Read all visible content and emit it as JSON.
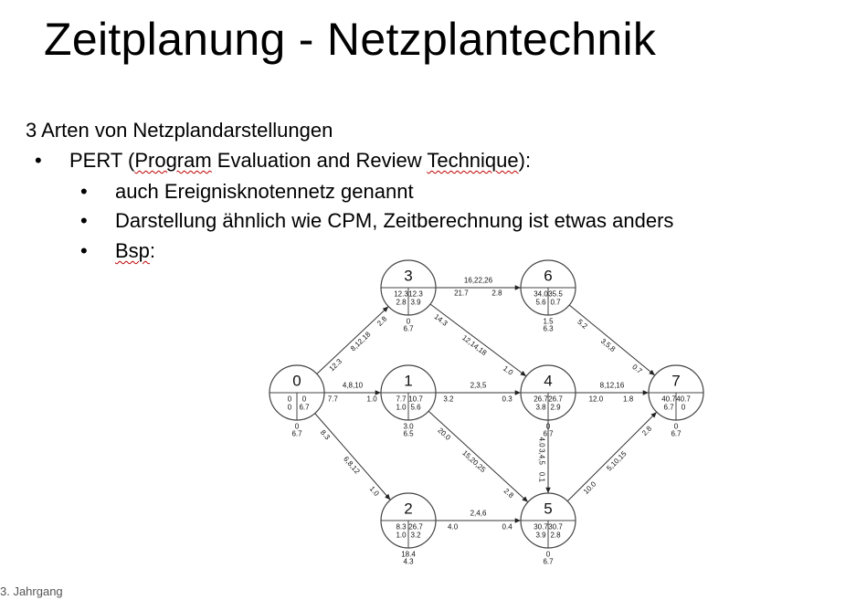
{
  "slide": {
    "title": "Zeitplanung - Netzplantechnik",
    "intro": "3 Arten von Netzplandarstellungen",
    "bullet_pert_prefix": "PERT (",
    "bullet_pert_w1": "Program",
    "bullet_pert_mid": " Evaluation and Review ",
    "bullet_pert_w2": "Technique",
    "bullet_pert_suffix": "):",
    "sub1": "auch Ereignisknotennetz genannt",
    "sub2": "Darstellung ähnlich wie CPM, Zeitberechnung ist etwas anders",
    "sub3_word": "Bsp",
    "sub3_suffix": ":",
    "bullet_char": "•",
    "footer": "3. Jahrgang"
  },
  "diagram": {
    "nodes": [
      {
        "id": "0",
        "tl": "0",
        "tr": "0",
        "bl": "0",
        "br": "6.7",
        "below1": "0",
        "below2": "6.7"
      },
      {
        "id": "1",
        "tl": "7.7",
        "tr": "10.7",
        "bl": "1.0",
        "br": "5.6",
        "below1": "3.0",
        "below2": "6.5"
      },
      {
        "id": "2",
        "tl": "8.3",
        "tr": "26.7",
        "bl": "1.0",
        "br": "3.2",
        "below1": "18.4",
        "below2": "4.3"
      },
      {
        "id": "3",
        "tl": "12.3",
        "tr": "12.3",
        "bl": "2.8",
        "br": "3.9",
        "below1": "0",
        "below2": "6.7"
      },
      {
        "id": "4",
        "tl": "26.7",
        "tr": "26.7",
        "bl": "3.8",
        "br": "2.9",
        "below1": "0",
        "below2": "6.7"
      },
      {
        "id": "5",
        "tl": "30.7",
        "tr": "30.7",
        "bl": "3.9",
        "br": "2.8",
        "below1": "0",
        "below2": "6.7"
      },
      {
        "id": "6",
        "tl": "34.0",
        "tr": "35.5",
        "bl": "5.6",
        "br": "0.7",
        "below1": "1.5",
        "below2": "6.3"
      },
      {
        "id": "7",
        "tl": "40.7",
        "tr": "40.7",
        "bl": "6.7",
        "br": "0",
        "below1": "0",
        "below2": "6.7"
      }
    ],
    "edges": [
      {
        "from": "0",
        "to": "3",
        "start": "12.3",
        "end": "2.8",
        "mid": "8,12,18"
      },
      {
        "from": "0",
        "to": "1",
        "start": "7.7",
        "end": "1.0",
        "mid": "4,8,10"
      },
      {
        "from": "0",
        "to": "2",
        "start": "8.3",
        "end": "1.0",
        "mid": "6,8,12"
      },
      {
        "from": "3",
        "to": "6",
        "start": "21.7",
        "end": "2.8",
        "mid": "16,22,26"
      },
      {
        "from": "3",
        "to": "4",
        "start": "14.3",
        "end": "1.0",
        "mid": "12,14,18"
      },
      {
        "from": "1",
        "to": "4",
        "start": "3.2",
        "end": "0.3",
        "mid": "2,3,5"
      },
      {
        "from": "1",
        "to": "5",
        "start": "20.0",
        "end": "2.8",
        "mid": "15,20,25"
      },
      {
        "from": "2",
        "to": "5",
        "start": "4.0",
        "end": "0.4",
        "mid": "2,4,6"
      },
      {
        "from": "4",
        "to": "7",
        "start": "12.0",
        "end": "1.8",
        "mid": "8,12,16"
      },
      {
        "from": "4",
        "to": "5",
        "start": "4.0",
        "end": "0.1",
        "mid": "3,4,5"
      },
      {
        "from": "6",
        "to": "7",
        "start": "5.2",
        "end": "0.7",
        "mid": "3,5,8"
      },
      {
        "from": "5",
        "to": "7",
        "start": "10.0",
        "end": "2.8",
        "mid": "5,10,15"
      }
    ]
  }
}
